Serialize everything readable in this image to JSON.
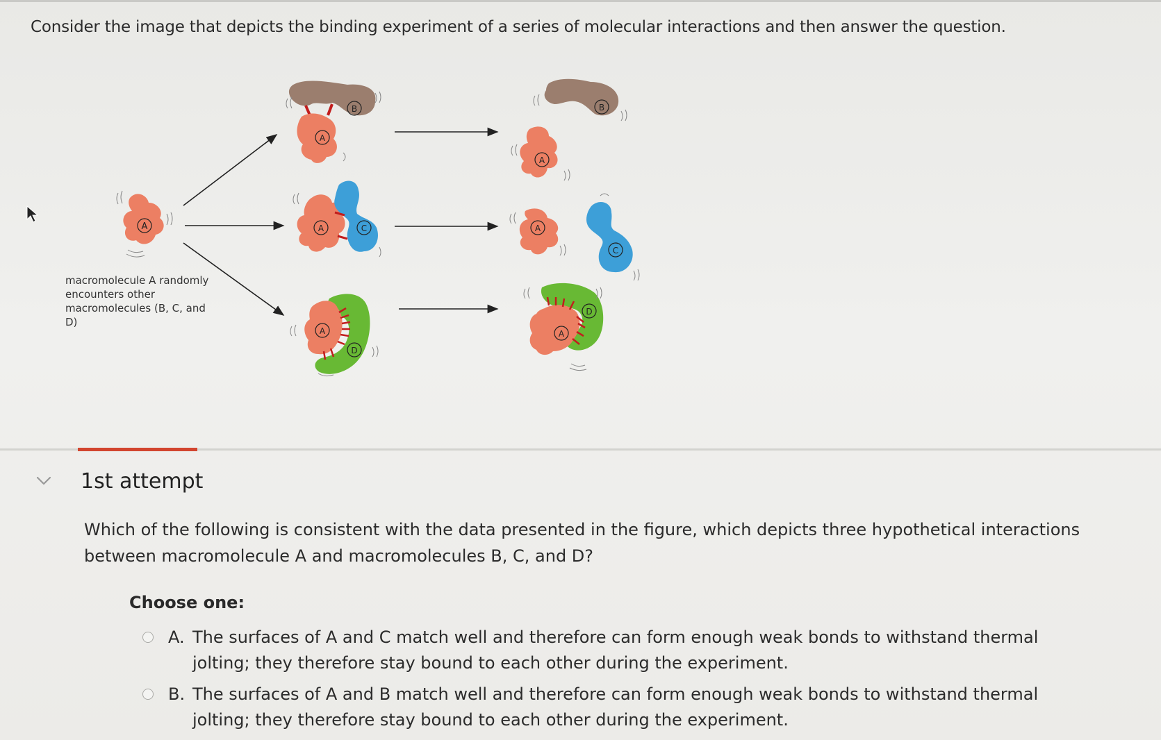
{
  "prompt": "Consider the image that depicts the binding experiment of a series of molecular interactions and then answer the question.",
  "figure": {
    "caption_lines": [
      "macromolecule A randomly",
      "encounters other",
      "macromolecules (B, C, and D)"
    ],
    "labels": {
      "a": "A",
      "b": "B",
      "c": "C",
      "d": "D"
    },
    "colors": {
      "a": "#ec7f63",
      "b": "#9b7e6e",
      "c": "#3d9fd8",
      "d": "#68b934",
      "bond": "#c21d1d"
    }
  },
  "attempt": {
    "title": "1st attempt"
  },
  "question": {
    "text": "Which of the following is consistent with the data presented in the figure, which depicts three hypothetical interactions between macromolecule A and macromolecules B, C, and D?",
    "choose_label": "Choose one:",
    "options": [
      {
        "letter": "A.",
        "text": "The surfaces of A and C match well and therefore can form enough weak bonds to withstand thermal jolting; they therefore stay bound to each other during the experiment."
      },
      {
        "letter": "B.",
        "text": "The surfaces of A and B match well and therefore can form enough weak bonds to withstand thermal jolting; they therefore stay bound to each other during the experiment."
      }
    ]
  }
}
